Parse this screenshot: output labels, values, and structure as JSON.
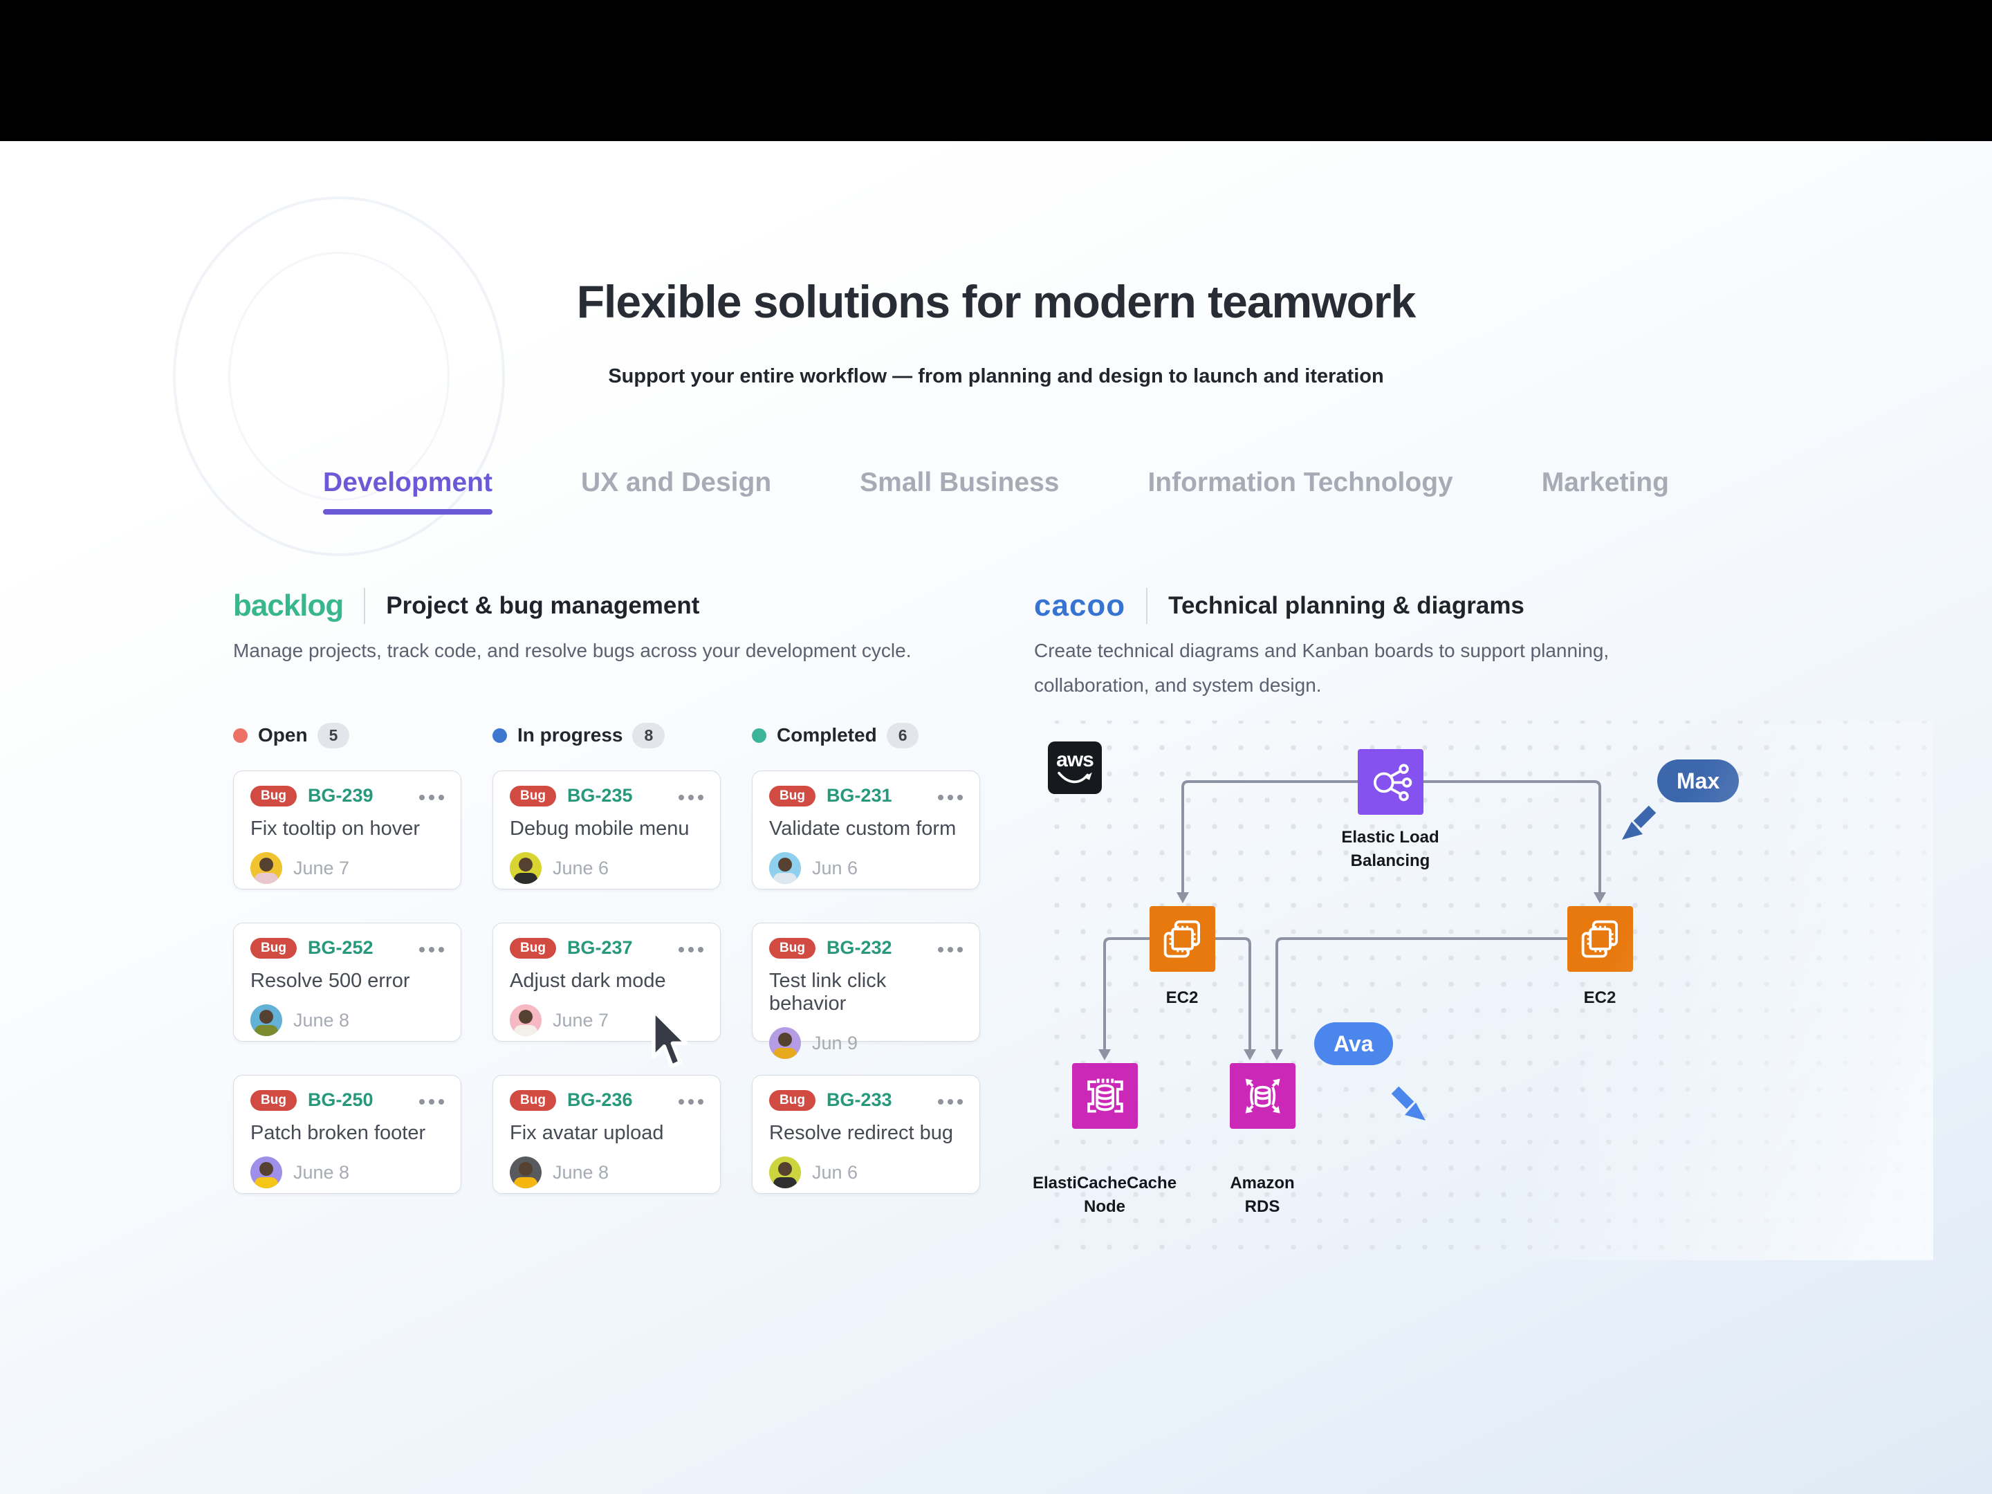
{
  "page": {
    "title": "Flexible solutions for modern teamwork",
    "subtitle": "Support your entire workflow — from planning and design to launch and iteration"
  },
  "tabs": [
    {
      "label": "Development",
      "active": true
    },
    {
      "label": "UX and Design",
      "active": false
    },
    {
      "label": "Small Business",
      "active": false
    },
    {
      "label": "Information Technology",
      "active": false
    },
    {
      "label": "Marketing",
      "active": false
    }
  ],
  "sections": {
    "backlog": {
      "logo": "backlog",
      "heading": "Project & bug management",
      "description": "Manage projects, track code, and resolve bugs across your development cycle."
    },
    "cacoo": {
      "logo": "cacoo",
      "heading": "Technical planning & diagrams",
      "description": "Create technical diagrams and Kanban boards to support planning, collaboration, and system design."
    }
  },
  "board": {
    "columns": [
      {
        "name": "Open",
        "count": "5",
        "dot_color": "#ee7165",
        "cards": [
          {
            "tag": "Bug",
            "id": "BG-239",
            "title": "Fix tooltip on hover",
            "date": "June 7",
            "avatar_bg": "#f0c330",
            "shirt": "#e8c8ce"
          },
          {
            "tag": "Bug",
            "id": "BG-252",
            "title": "Resolve 500 error",
            "date": "June 8",
            "avatar_bg": "#64b1d8",
            "shirt": "#7c8a2e"
          },
          {
            "tag": "Bug",
            "id": "BG-250",
            "title": "Patch broken footer",
            "date": "June 8",
            "avatar_bg": "#9f8fe8",
            "shirt": "#f5c518"
          }
        ]
      },
      {
        "name": "In progress",
        "count": "8",
        "dot_color": "#3d77cf",
        "cards": [
          {
            "tag": "Bug",
            "id": "BG-235",
            "title": "Debug mobile menu",
            "date": "June 6",
            "avatar_bg": "#d8d432",
            "shirt": "#2d2d2d"
          },
          {
            "tag": "Bug",
            "id": "BG-237",
            "title": "Adjust dark mode",
            "date": "June 7",
            "avatar_bg": "#f6b8c2",
            "shirt": "#f3efe9"
          },
          {
            "tag": "Bug",
            "id": "BG-236",
            "title": "Fix avatar upload",
            "date": "June 8",
            "avatar_bg": "#585a5e",
            "shirt": "#f5b70f"
          }
        ]
      },
      {
        "name": "Completed",
        "count": "6",
        "dot_color": "#3cb497",
        "cards": [
          {
            "tag": "Bug",
            "id": "BG-231",
            "title": "Validate custom form",
            "date": "Jun 6",
            "avatar_bg": "#8ed0ee",
            "shirt": "#dfe8ee"
          },
          {
            "tag": "Bug",
            "id": "BG-232",
            "title": "Test link click behavior",
            "date": "Jun 9",
            "avatar_bg": "#b49de4",
            "shirt": "#e9a91f"
          },
          {
            "tag": "Bug",
            "id": "BG-233",
            "title": "Resolve redirect bug",
            "date": "Jun 6",
            "avatar_bg": "#ccd53e",
            "shirt": "#2f2f2f"
          }
        ]
      }
    ]
  },
  "diagram": {
    "aws_label": "aws",
    "nodes": {
      "elb_label": "Elastic Load Balancing",
      "ec2_left_label": "EC2",
      "ec2_right_label": "EC2",
      "cache_label_line1": "ElastiCacheCache",
      "cache_label_line2": "Node",
      "rds_label_line1": "Amazon",
      "rds_label_line2": "RDS"
    },
    "collaborators": [
      {
        "name": "Max",
        "color": "#3c67ad"
      },
      {
        "name": "Ava",
        "color": "#4a86ec"
      }
    ]
  },
  "colors": {
    "tab_active": "#6c59d6",
    "backlog_green": "#38b68e",
    "cacoo_blue": "#3773d1",
    "bug_pill": "#d24b42",
    "issue_id": "#27997b",
    "elb_purple": "#8552f0",
    "ec2_orange": "#e8790f",
    "db_magenta": "#cb28b8",
    "connector_gray": "#8d93a3"
  }
}
